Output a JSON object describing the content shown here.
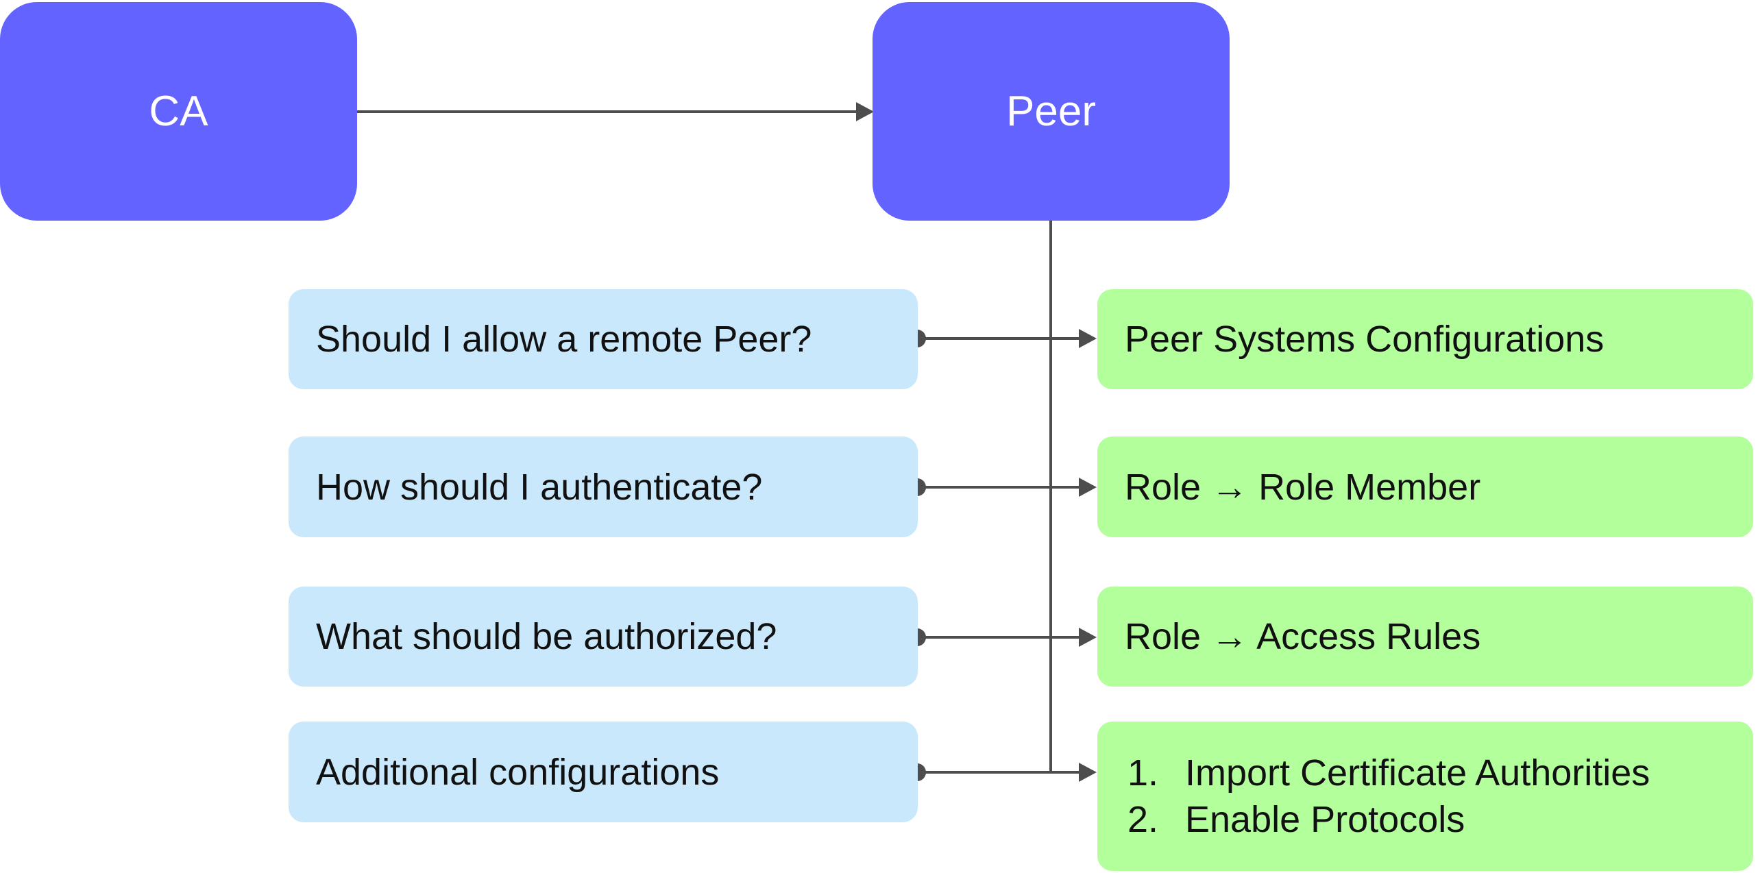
{
  "nodes": {
    "ca": "CA",
    "peer": "Peer"
  },
  "questions": [
    "Should I allow a remote Peer?",
    "How should I authenticate?",
    "What should be authorized?",
    "Additional configurations"
  ],
  "answers": [
    "Peer Systems Configurations",
    "Role → Role Member",
    "Role → Access Rules"
  ],
  "additional_steps": [
    {
      "num": "1.",
      "text": "Import Certificate Authorities"
    },
    {
      "num": "2.",
      "text": "Enable Protocols"
    }
  ],
  "colors": {
    "node_fill": "#6363ff",
    "question_fill": "#c9e8fc",
    "answer_fill": "#b3ff9c",
    "connector": "#4d4d4d"
  }
}
